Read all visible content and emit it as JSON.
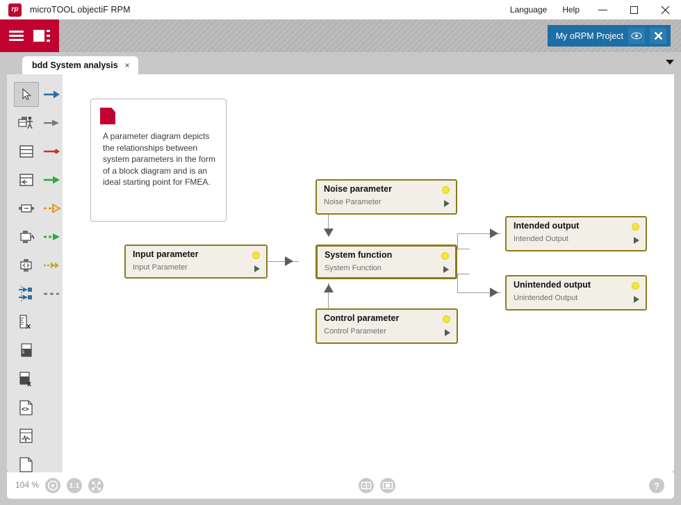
{
  "window": {
    "logo_text": "rp",
    "title": "microTOOL objectiF RPM",
    "menus": [
      "Language",
      "Help"
    ],
    "controls": {
      "minimize": "minimize-window",
      "maximize": "maximize-window",
      "close": "close-window"
    }
  },
  "ribbon": {
    "hamburger": "main-menu-icon",
    "panel": "panel-layout-icon",
    "project": {
      "name": "My oRPM Project",
      "view_icon": "eye-icon",
      "close_icon": "close-icon"
    }
  },
  "tabs": [
    {
      "label": "bdd System analysis",
      "close": "×",
      "active": true
    }
  ],
  "tabstrip": {
    "overflow_caret": "chevron-down-icon"
  },
  "palette": {
    "items": [
      {
        "name": "select-tool",
        "icon": "cursor-arrow-icon",
        "selected": true
      },
      {
        "name": "actor-tool",
        "icon": "actor-icon",
        "selected": false
      },
      {
        "name": "block-tool",
        "icon": "block-icon",
        "selected": false
      },
      {
        "name": "block-import-tool",
        "icon": "block-import-icon",
        "selected": false
      },
      {
        "name": "port-tool",
        "icon": "port-icon",
        "selected": false
      },
      {
        "name": "flow-port-tool",
        "icon": "flow-port-icon",
        "selected": false
      },
      {
        "name": "proxy-port-tool",
        "icon": "proxy-port-icon",
        "selected": false
      },
      {
        "name": "interface-tool",
        "icon": "interface-block-icon",
        "selected": false
      },
      {
        "name": "constraint-tool",
        "icon": "ruler-x-icon",
        "selected": false
      },
      {
        "name": "value-type-tool",
        "icon": "beaker-icon",
        "selected": false
      },
      {
        "name": "value-type-delete-tool",
        "icon": "beaker-x-icon",
        "selected": false
      },
      {
        "name": "code-artifact-tool",
        "icon": "code-document-icon",
        "selected": false
      },
      {
        "name": "signal-tool",
        "icon": "signal-chart-icon",
        "selected": false
      },
      {
        "name": "note-tool",
        "icon": "blank-document-icon",
        "selected": false
      }
    ],
    "connectors": [
      {
        "name": "association-connector",
        "icon": "blue-arrow-icon",
        "color": "#2e6da4"
      },
      {
        "name": "directed-association-connector",
        "icon": "gray-arrow-icon",
        "color": "#767676"
      },
      {
        "name": "composition-connector",
        "icon": "red-diamond-arrow-icon",
        "color": "#c0392b"
      },
      {
        "name": "generalization-connector",
        "icon": "green-arrow-icon",
        "color": "#2eaa3c"
      },
      {
        "name": "dependency-connector",
        "icon": "orange-dashed-arrow-icon",
        "color": "#d99b20"
      },
      {
        "name": "realization-connector",
        "icon": "green-dashed-arrow-icon",
        "color": "#2eaa3c"
      },
      {
        "name": "refine-connector",
        "icon": "yellow-double-arrow-icon",
        "color": "#c8a820"
      },
      {
        "name": "note-link-connector",
        "icon": "gray-dashed-line-icon",
        "color": "#767676"
      }
    ]
  },
  "canvas": {
    "note": {
      "icon": "note-document-icon",
      "text": "A parameter diagram depicts the relationships between system parameters in the form of a block diagram and is an ideal starting point for FMEA."
    },
    "blocks": [
      {
        "id": "noise",
        "title": "Noise parameter",
        "subtitle": "Noise Parameter",
        "dot": "status-dot-yellow",
        "caret": "expand-caret-icon"
      },
      {
        "id": "input",
        "title": "Input parameter",
        "subtitle": "Input Parameter",
        "dot": "status-dot-yellow",
        "caret": "expand-caret-icon"
      },
      {
        "id": "system",
        "title": "System function",
        "subtitle": "System Function",
        "dot": "status-dot-yellow",
        "caret": "expand-caret-icon"
      },
      {
        "id": "control",
        "title": "Control parameter",
        "subtitle": "Control Parameter",
        "dot": "status-dot-yellow",
        "caret": "expand-caret-icon"
      },
      {
        "id": "intended",
        "title": "Intended output",
        "subtitle": "Intended Output",
        "dot": "status-dot-yellow",
        "caret": "expand-caret-icon"
      },
      {
        "id": "unintended",
        "title": "Unintended output",
        "subtitle": "Unintended Output",
        "dot": "status-dot-yellow",
        "caret": "expand-caret-icon"
      }
    ],
    "colors": {
      "block_fill": "#f2f0e6",
      "block_border": "#8c7a20",
      "status_dot": "#f5e63c",
      "connector": "#9a9a9a",
      "accent_red": "#c10230",
      "project_blue": "#1c6ea4"
    }
  },
  "statusbar": {
    "zoom_level": "104 %",
    "buttons": [
      {
        "name": "zoom-to-fit-button",
        "icon": "target-icon",
        "label": ""
      },
      {
        "name": "zoom-actual-button",
        "icon": "one-to-one-icon",
        "label": "1:1"
      },
      {
        "name": "fit-page-button",
        "icon": "expand-arrows-icon",
        "label": ""
      },
      {
        "name": "split-vertical-button",
        "icon": "split-vertical-icon",
        "label": ""
      },
      {
        "name": "split-horizontal-button",
        "icon": "split-horizontal-icon",
        "label": ""
      }
    ],
    "help": {
      "name": "help-button",
      "label": "?"
    }
  }
}
